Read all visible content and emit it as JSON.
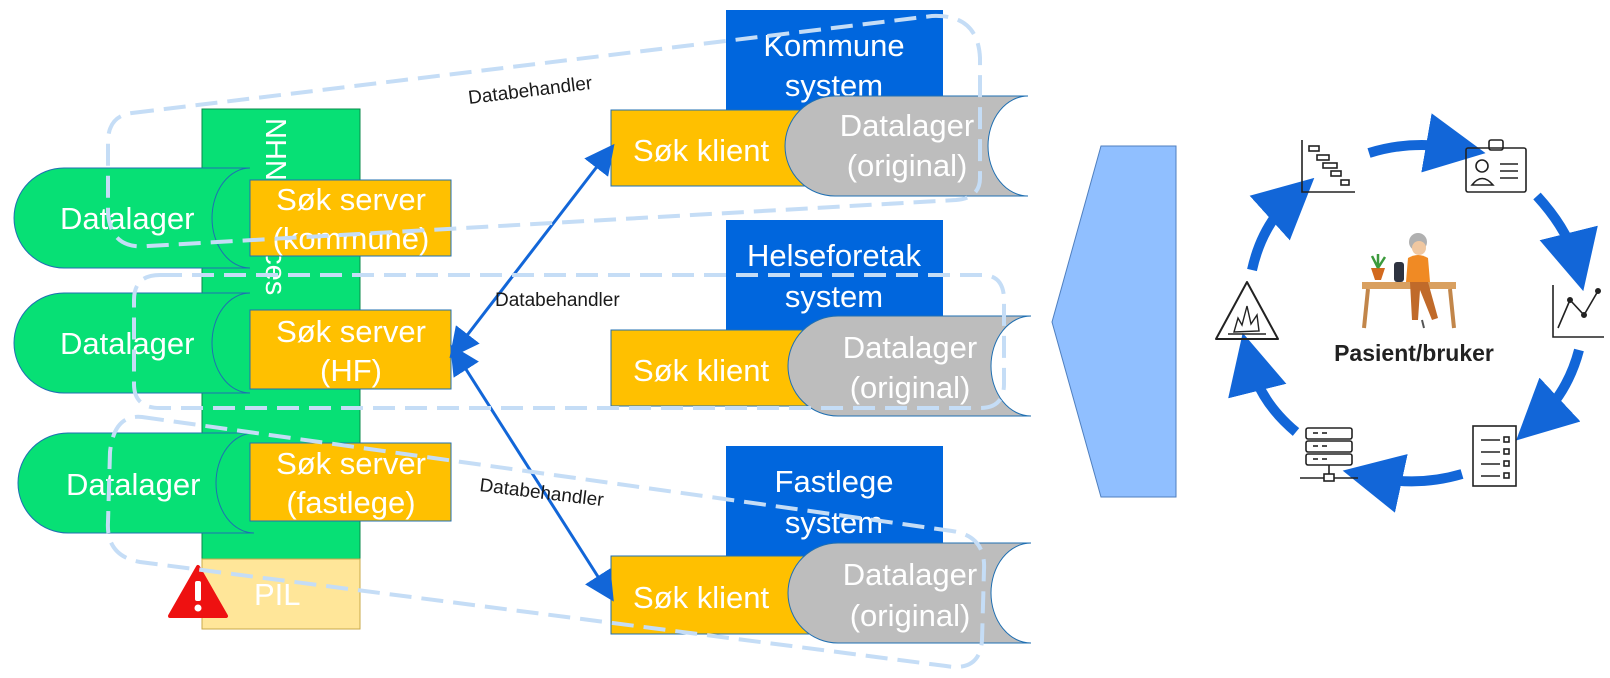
{
  "colors": {
    "green": "#07e075",
    "yellow": "#ffc000",
    "blue": "#0066dd",
    "grey": "#bdbdbd",
    "pil": "#ffe699",
    "dash": "#c5ddf6",
    "arrow": "#1266d8",
    "shape": "#90bfff"
  },
  "nhn": {
    "label": "NHN services"
  },
  "left": {
    "stores": [
      {
        "datalager": "Datalager",
        "server_line1": "Søk server",
        "server_line2": "(kommune)"
      },
      {
        "datalager": "Datalager",
        "server_line1": "Søk server",
        "server_line2": "(HF)"
      },
      {
        "datalager": "Datalager",
        "server_line1": "Søk server",
        "server_line2": "(fastlege)"
      }
    ],
    "pil": "PIL",
    "warning_icon": "warning-icon"
  },
  "right": {
    "systems": [
      {
        "line1": "Kommune",
        "line2": "system",
        "client": "Søk klient",
        "store_line1": "Datalager",
        "store_line2": "(original)"
      },
      {
        "line1": "Helseforetak",
        "line2": "system",
        "client": "Søk klient",
        "store_line1": "Datalager",
        "store_line2": "(original)"
      },
      {
        "line1": "Fastlege",
        "line2": "system",
        "client": "Søk klient",
        "store_line1": "Datalager",
        "store_line2": "(original)"
      }
    ]
  },
  "processors": [
    "Databehandler",
    "Databehandler",
    "Databehandler"
  ],
  "cycle": {
    "center_label": "Pasient/bruker",
    "icons": [
      "gantt-chart-icon",
      "id-card-icon",
      "line-chart-icon",
      "checklist-icon",
      "server-network-icon",
      "hazard-icon",
      "patient-at-desk-icon"
    ]
  }
}
